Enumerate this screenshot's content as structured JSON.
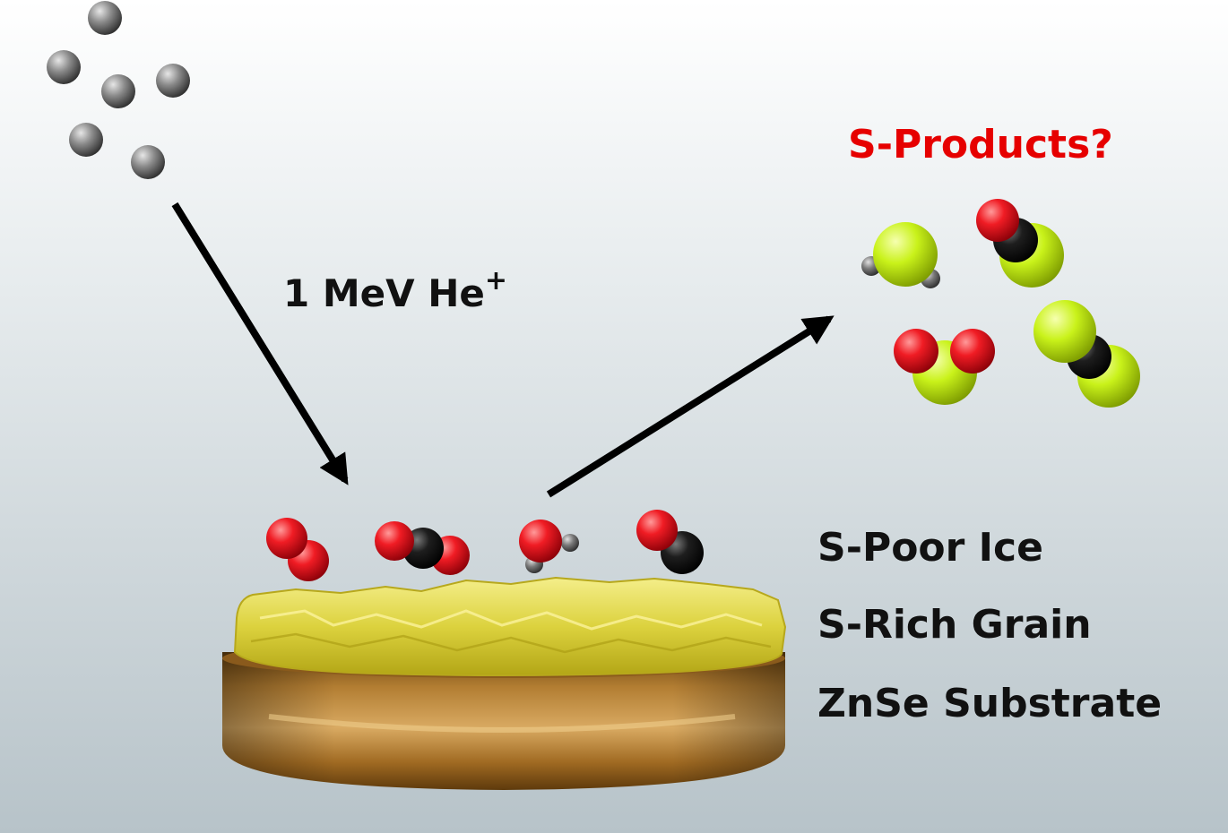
{
  "beam": {
    "label": "1 MeV He",
    "charge": "+"
  },
  "products": {
    "label": "S-Products?",
    "color": "#e60000"
  },
  "layers": {
    "ice": "S-Poor Ice",
    "grain": "S-Rich Grain",
    "substrate": "ZnSe Substrate"
  },
  "atom_colors": {
    "helium": "#8a8a8a",
    "oxygen": "#e8141c",
    "carbon": "#111111",
    "hydrogen": "#7a7a7a",
    "sulfur": "#c9f21a"
  },
  "sample_colors": {
    "grain": "#dcd23e",
    "substrate": "#b07a2a"
  },
  "icons": {
    "incident_ions": "helium-ion-icon",
    "ice_molecules": [
      "o2-molecule-icon",
      "co2-molecule-icon",
      "h2o-molecule-icon",
      "co-molecule-icon"
    ],
    "product_molecules": [
      "h2s-molecule-icon",
      "ocs-molecule-icon",
      "so2-molecule-icon",
      "cs2-molecule-icon"
    ]
  }
}
